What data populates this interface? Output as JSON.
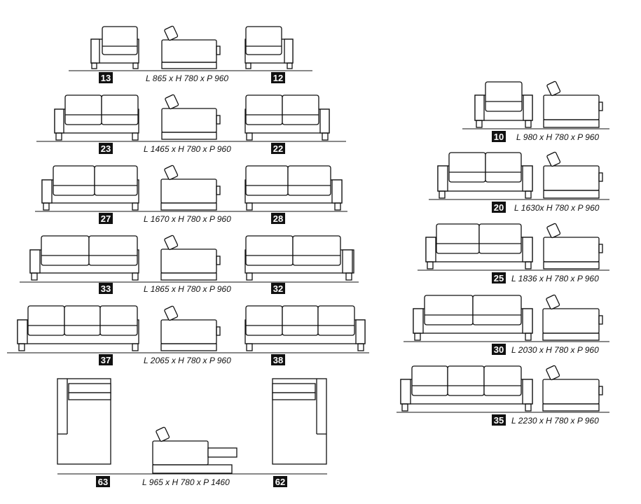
{
  "colors": {
    "ink": "#111111",
    "paper": "#ffffff",
    "badge_text": "#ffffff"
  },
  "rows": [
    {
      "left_code": "13",
      "dimensions": "L 865 x H 780 x P 960",
      "right_code": "12"
    },
    {
      "left_code": "23",
      "dimensions": "L 1465 x H 780 x P 960",
      "right_code": "22"
    },
    {
      "left_code": "27",
      "dimensions": "L 1670 x H 780 x P 960",
      "right_code": "28"
    },
    {
      "left_code": "33",
      "dimensions": "L 1865 x H 780 x P 960",
      "right_code": "32"
    },
    {
      "left_code": "37",
      "dimensions": "L 2065 x H 780 x P 960",
      "right_code": "38"
    },
    {
      "left_code": "63",
      "dimensions": "L 965 x H 780 x P 1460",
      "right_code": "62"
    }
  ],
  "side_rows": [
    {
      "code": "10",
      "dimensions": "L 980 x H 780 x P 960"
    },
    {
      "code": "20",
      "dimensions": "L 1630x H 780 x P 960"
    },
    {
      "code": "25",
      "dimensions": "L 1836 x H 780 x P 960"
    },
    {
      "code": "30",
      "dimensions": "L 2030 x H 780 x P 960"
    },
    {
      "code": "35",
      "dimensions": "L 2230 x H 780 x P 960"
    }
  ]
}
